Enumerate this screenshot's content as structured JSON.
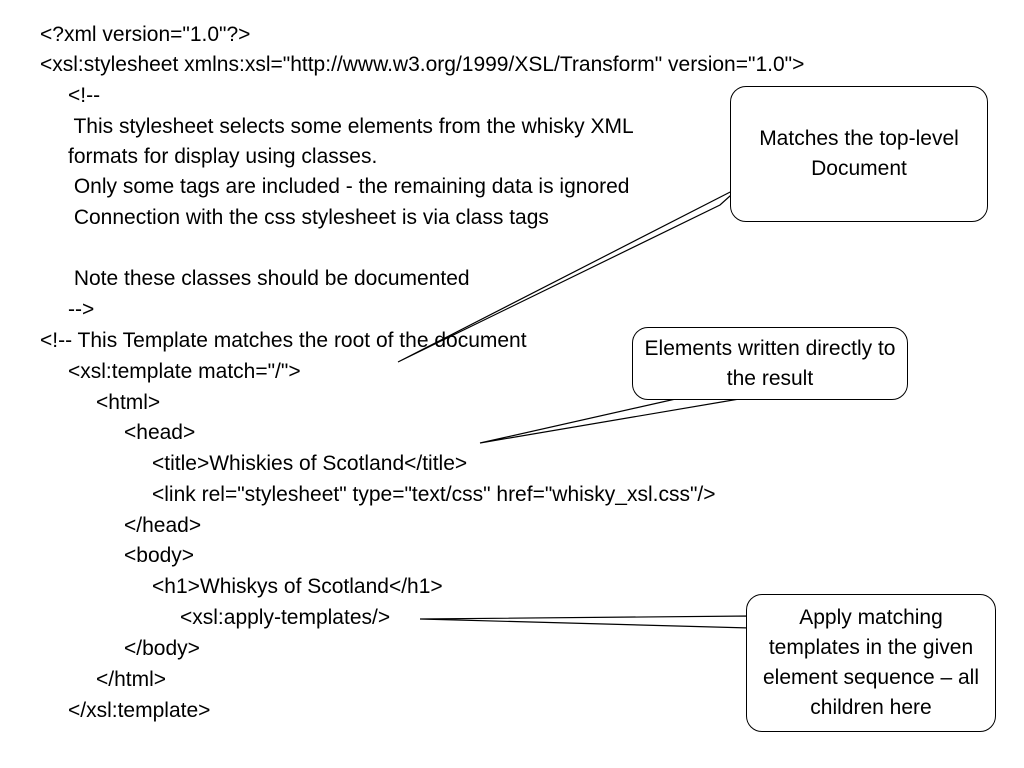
{
  "code_lines": [
    "<?xml version=\"1.0\"?>",
    "<xsl:stylesheet xmlns:xsl=\"http://www.w3.org/1999/XSL/Transform\" version=\"1.0\">",
    "<!--",
    " This stylesheet selects some elements from the whisky XML",
    "formats for display using classes.",
    " Only some tags are included - the remaining data is ignored",
    " Connection with the css stylesheet is via class tags",
    " Note these classes should be documented",
    "-->",
    "<!-- This Template matches the root of the document",
    "<xsl:template match=\"/\">",
    "<html>",
    "<head>",
    "<title>Whiskies of Scotland</title>",
    "<link rel=\"stylesheet\" type=\"text/css\" href=\"whisky_xsl.css\"/>",
    "</head>",
    "<body>",
    "<h1>Whiskys of Scotland</h1>",
    "<xsl:apply-templates/>",
    "</body>",
    "</html>",
    "</xsl:template>"
  ],
  "callouts": {
    "top_level": "Matches the top-level Document",
    "written_directly": "Elements written directly to the result",
    "apply_templates": "Apply matching templates in the given element sequence – all children here"
  }
}
